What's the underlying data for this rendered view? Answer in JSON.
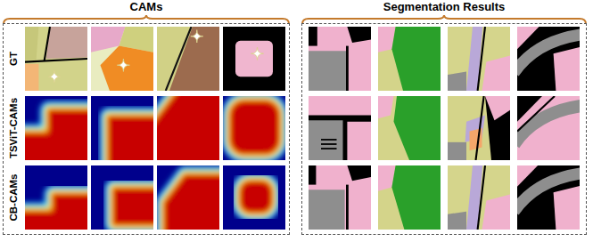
{
  "diagram": {
    "nodes": [
      {
        "text": [
          "CAMs"
        ]
      },
      {
        "text": [
          "Segmentation Results"
        ]
      }
    ],
    "labels": [
      "GT",
      "TSViT-CAMs",
      "CB-CAMs"
    ]
  }
}
